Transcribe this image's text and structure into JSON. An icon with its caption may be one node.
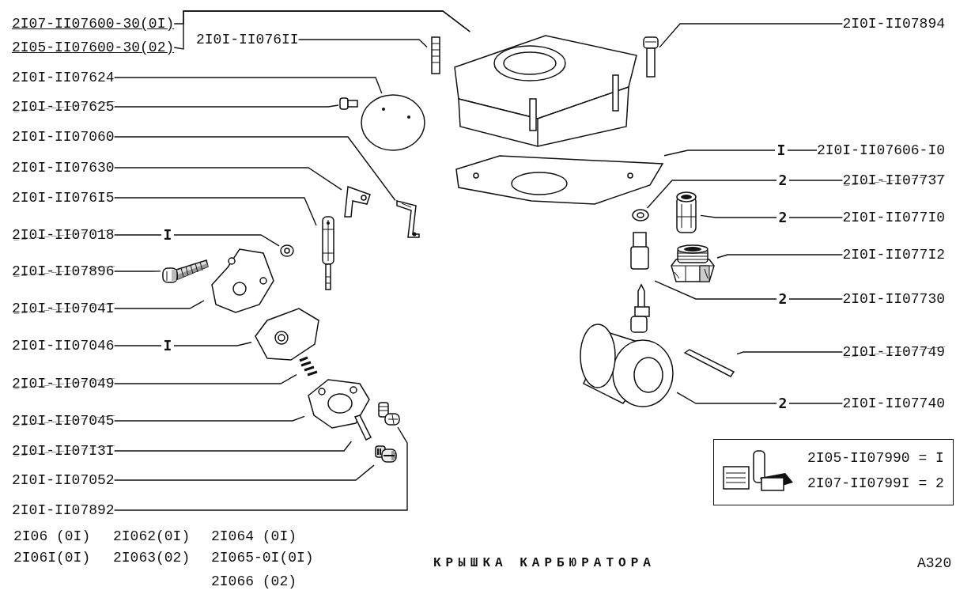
{
  "diagram": {
    "title": "КРЫШКА КАРБЮРАТОРА",
    "nodes": [
      {
        "text": [
          "2I07-II07600-30(0I)"
        ]
      },
      {
        "text": [
          "2I05-II07600-30(02)"
        ]
      },
      {
        "text": [
          "2I0I-II076II"
        ]
      },
      {
        "text": [
          "2I0I-II07624"
        ]
      },
      {
        "text": [
          "2I0I-II07625"
        ]
      },
      {
        "text": [
          "2I0I-II07060"
        ]
      },
      {
        "text": [
          "2I0I-II07630"
        ]
      },
      {
        "text": [
          "2I0I-II076I5"
        ]
      },
      {
        "text": [
          "2I0I-II07018"
        ]
      },
      {
        "text": [
          "2I0I-II07896"
        ]
      },
      {
        "text": [
          "2I0I-II0704I"
        ]
      },
      {
        "text": [
          "2I0I-II07046"
        ]
      },
      {
        "text": [
          "2I0I-II07049"
        ]
      },
      {
        "text": [
          "2I0I-II07045"
        ]
      },
      {
        "text": [
          "2I0I-II07I3I"
        ]
      },
      {
        "text": [
          "2I0I-II07052"
        ]
      },
      {
        "text": [
          "2I0I-II07892"
        ]
      },
      {
        "text": [
          "2I0I-II07894"
        ]
      },
      {
        "text": [
          "2I0I-II07606-I0"
        ]
      },
      {
        "text": [
          "2I0I-II07737"
        ]
      },
      {
        "text": [
          "2I0I-II077I0"
        ]
      },
      {
        "text": [
          "2I0I-II077I2"
        ]
      },
      {
        "text": [
          "2I0I-II07730"
        ]
      },
      {
        "text": [
          "2I0I-II07749"
        ]
      },
      {
        "text": [
          "2I0I-II07740"
        ]
      },
      {
        "text": [
          "2I05-II07990 = I",
          "2I07-II0799I = 2"
        ]
      },
      {
        "text": [],
        "shape": "picture"
      },
      {
        "text": [],
        "shape": "picture"
      },
      {
        "text": [],
        "shape": "picture"
      },
      {
        "text": [],
        "shape": "picture"
      },
      {
        "text": [],
        "shape": "picture"
      },
      {
        "text": [],
        "shape": "picture"
      },
      {
        "text": [],
        "shape": "picture"
      },
      {
        "text": [],
        "shape": "picture"
      },
      {
        "text": [],
        "shape": "picture"
      },
      {
        "text": [],
        "shape": "picture"
      },
      {
        "text": [],
        "shape": "picture"
      },
      {
        "text": [],
        "shape": "picture"
      },
      {
        "text": [],
        "shape": "picture"
      },
      {
        "text": [],
        "shape": "picture"
      },
      {
        "text": [],
        "shape": "picture"
      },
      {
        "text": [],
        "shape": "picture"
      },
      {
        "text": [],
        "shape": "picture"
      },
      {
        "text": [],
        "shape": "picture"
      },
      {
        "text": [],
        "shape": "picture"
      },
      {
        "text": [],
        "shape": "picture"
      },
      {
        "text": [],
        "shape": "picture"
      },
      {
        "text": [],
        "shape": "picture"
      },
      {
        "text": [],
        "shape": "picture"
      },
      {
        "text": [],
        "shape": "picture"
      }
    ],
    "edges": [
      {
        "from": 0,
        "to": 26,
        "arrow": "none"
      },
      {
        "from": 1,
        "to": 26,
        "arrow": "none"
      },
      {
        "from": 2,
        "to": 27,
        "arrow": "none"
      },
      {
        "from": 3,
        "to": 29,
        "arrow": "none"
      },
      {
        "from": 4,
        "to": 30,
        "arrow": "none"
      },
      {
        "from": 5,
        "to": 33,
        "arrow": "none"
      },
      {
        "from": 6,
        "to": 32,
        "arrow": "none"
      },
      {
        "from": 7,
        "to": 36,
        "arrow": "none"
      },
      {
        "from": 8,
        "to": 37,
        "arrow": "none",
        "label": "I"
      },
      {
        "from": 9,
        "to": 39,
        "arrow": "none"
      },
      {
        "from": 10,
        "to": 41,
        "arrow": "none"
      },
      {
        "from": 11,
        "to": 42,
        "arrow": "none",
        "label": "I"
      },
      {
        "from": 12,
        "to": 43,
        "arrow": "none"
      },
      {
        "from": 13,
        "to": 46,
        "arrow": "none"
      },
      {
        "from": 14,
        "to": 48,
        "arrow": "none"
      },
      {
        "from": 15,
        "to": 49,
        "arrow": "none"
      },
      {
        "from": 16,
        "to": 47,
        "arrow": "none"
      },
      {
        "from": 17,
        "to": 28,
        "arrow": "none"
      },
      {
        "from": 18,
        "to": 31,
        "arrow": "none",
        "label": "I"
      },
      {
        "from": 19,
        "to": 34,
        "arrow": "none",
        "label": "2"
      },
      {
        "from": 20,
        "to": 35,
        "arrow": "none",
        "label": "2"
      },
      {
        "from": 21,
        "to": 38,
        "arrow": "none"
      },
      {
        "from": 22,
        "to": 40,
        "arrow": "none",
        "label": "2"
      },
      {
        "from": 23,
        "to": 44,
        "arrow": "none"
      },
      {
        "from": 24,
        "to": 45,
        "arrow": "none",
        "label": "2"
      }
    ],
    "labels": [
      "2I06 (0I)",
      "2I062(0I)",
      "2I064 (0I)",
      "2I06I(0I)",
      "2I063(02)",
      "2I065-0I(0I)",
      "2I066 (02)",
      "A320"
    ]
  }
}
